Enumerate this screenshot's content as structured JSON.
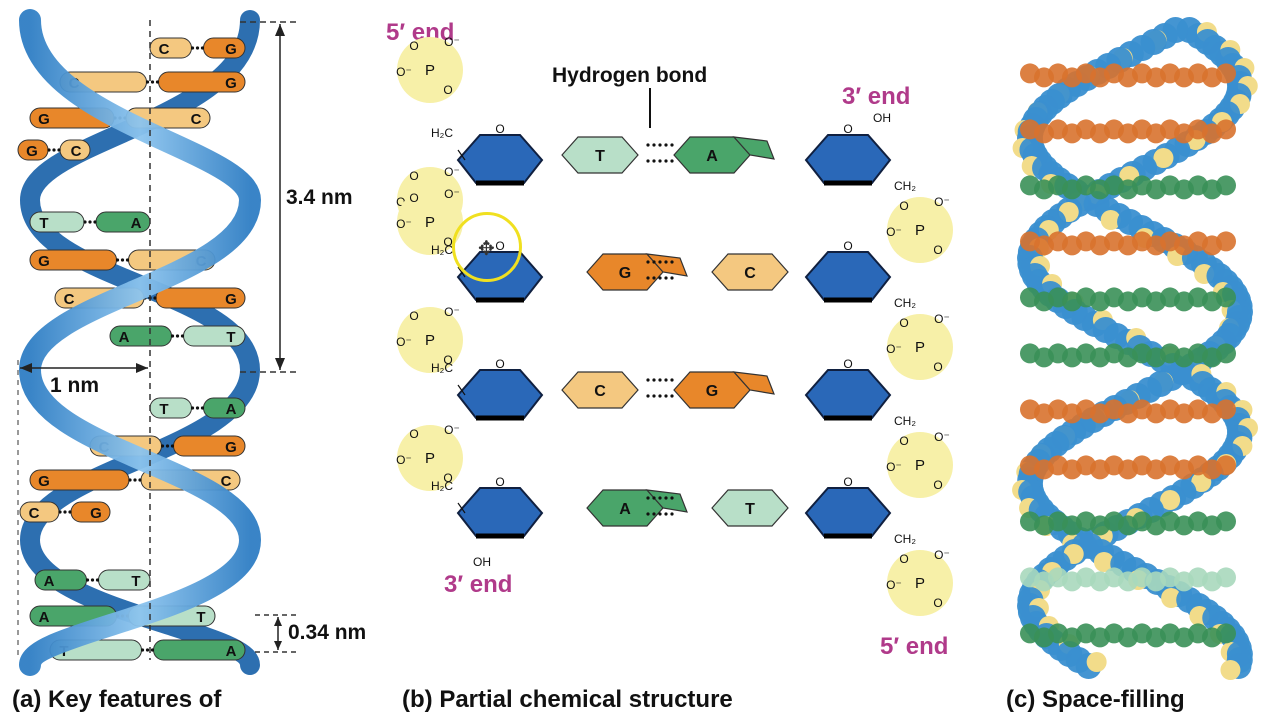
{
  "panel_a": {
    "dim_3_4": "3.4 nm",
    "dim_1": "1 nm",
    "dim_0_34": "0.34 nm",
    "caption": "(a) Key features of",
    "rungs": [
      {
        "left": "C",
        "right": "G",
        "lc": "#f4c880",
        "rc": "#e8872a"
      },
      {
        "left": "C",
        "right": "G",
        "lc": "#f4c880",
        "rc": "#e8872a"
      },
      {
        "left": "G",
        "right": "C",
        "lc": "#e8872a",
        "rc": "#f4c880"
      },
      {
        "left": "G",
        "right": "C",
        "lc": "#e8872a",
        "rc": "#f4c880"
      },
      {
        "left": "T",
        "right": "A",
        "lc": "#b8dfc8",
        "rc": "#4aa56a"
      },
      {
        "left": "G",
        "right": "C",
        "lc": "#e8872a",
        "rc": "#f4c880"
      },
      {
        "left": "C",
        "right": "G",
        "lc": "#f4c880",
        "rc": "#e8872a"
      },
      {
        "left": "A",
        "right": "T",
        "lc": "#4aa56a",
        "rc": "#b8dfc8"
      },
      {
        "left": "T",
        "right": "A",
        "lc": "#b8dfc8",
        "rc": "#4aa56a"
      },
      {
        "left": "C",
        "right": "G",
        "lc": "#f4c880",
        "rc": "#e8872a"
      },
      {
        "left": "G",
        "right": "C",
        "lc": "#e8872a",
        "rc": "#f4c880"
      },
      {
        "left": "C",
        "right": "G",
        "lc": "#f4c880",
        "rc": "#e8872a"
      },
      {
        "left": "A",
        "right": "T",
        "lc": "#4aa56a",
        "rc": "#b8dfc8"
      },
      {
        "left": "A",
        "right": "T",
        "lc": "#4aa56a",
        "rc": "#b8dfc8"
      },
      {
        "left": "T",
        "right": "A",
        "lc": "#b8dfc8",
        "rc": "#4aa56a"
      }
    ]
  },
  "panel_b": {
    "label_5end_top": "5′ end",
    "label_3end_top": "3′ end",
    "label_3end_bottom": "3′ end",
    "label_5end_bottom": "5′ end",
    "hydrogen_bond": "Hydrogen bond",
    "caption": "(b) Partial chemical structure",
    "phosphate": {
      "p": "P",
      "o": "O",
      "neg": "O⁻"
    },
    "h2c": "H₂C",
    "ch2": "CH₂",
    "oh": "OH",
    "ring_o": "O",
    "pairs": [
      {
        "left": "T",
        "right": "A"
      },
      {
        "left": "G",
        "right": "C"
      },
      {
        "left": "C",
        "right": "G"
      },
      {
        "left": "A",
        "right": "T"
      }
    ]
  },
  "panel_c": {
    "caption": "(c) Space-filling"
  },
  "colors": {
    "backbone_blue": "#3a8fd0",
    "sugar_blue": "#2a68b8",
    "orange_dark": "#e8872a",
    "orange_light": "#f4c880",
    "green_dark": "#4aa56a",
    "green_light": "#b8dfc8",
    "phosphate_yellow": "#f7f0a8",
    "label_magenta": "#b03a8a"
  }
}
